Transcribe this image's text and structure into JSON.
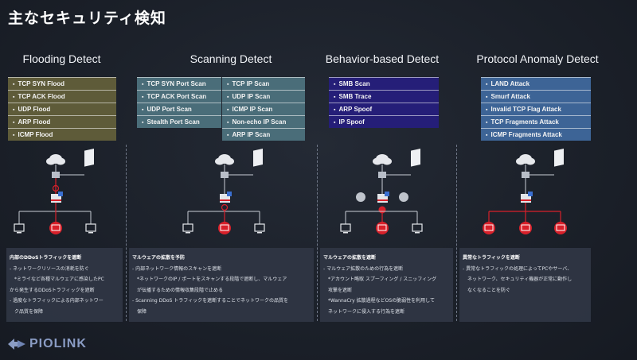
{
  "title": "主なセキュリティ検知",
  "columns": {
    "flooding": {
      "title": "Flooding Detect",
      "items": [
        "TCP SYN Flood",
        "TCP ACK Flood",
        "UDP Flood",
        "ARP Flood",
        "ICMP Flood"
      ],
      "heading": "内部のDDoSトラフィックを遮断",
      "lines": [
        "- ネットワークリソースの消耗を防ぐ",
        "*ミライなど各種マルウェアに感染したPC",
        "から発生するDDoSトラフィックを遮断",
        "- 過度なトラフィックによる内部ネットワー",
        "ク品質を保障"
      ]
    },
    "scanning": {
      "title": "Scanning Detect",
      "items_left": [
        "TCP SYN Port Scan",
        "TCP ACK Port Scan",
        "UDP Port Scan",
        "Stealth Port Scan"
      ],
      "items_right": [
        "TCP IP Scan",
        "UDP IP Scan",
        "ICMP IP Scan",
        "Non-echo IP Scan",
        "ARP IP Scan"
      ],
      "heading": "マルウェアの拡散を予防",
      "lines": [
        "- 内部ネットワーク情報のスキャンを遮断",
        "*ネットワークのIP / ポートをスキャンする段階で遮断し、マルウェア",
        "が伝播するための情報収集段階で止める",
        "- Scanning DDoS トラフィックを遮断することでネットワークの品質を",
        "保障"
      ]
    },
    "behavior": {
      "title": "Behavior-based Detect",
      "items": [
        "SMB Scan",
        "SMB Trace",
        "ARP Spoof",
        "IP Spoof"
      ],
      "heading": "マルウェアの拡散を遮断",
      "lines": [
        "- マルウェア拡散のための行為を遮断",
        "*アカウント略取 スプーフィング / スニッフィング",
        "攻撃を遮断",
        "*WannaCry 拡散過程などOSの脆弱性を利用して",
        "ネットワークに侵入する行為を遮断"
      ]
    },
    "protocol": {
      "title": "Protocol Anomaly Detect",
      "items": [
        "LAND Attack",
        "Smurf Attack",
        "Invalid TCP Flag Attack",
        "TCP Fragments Attack",
        "ICMP Fragments Attack"
      ],
      "heading": "異常なトラフィックを遮断",
      "lines": [
        "- 異常なトラフィックの処理によってPCやサーバ、",
        "ネットワーク、セキュリティ機器が正常に動作し",
        "なくなることを防ぐ"
      ]
    }
  },
  "logo": {
    "text": "PIOLINK"
  },
  "colors": {
    "flood": "#5e5b39",
    "scan": "#4a6d79",
    "behavior": "#251e78",
    "protocol": "#3d6496",
    "alert": "#d8202a"
  }
}
